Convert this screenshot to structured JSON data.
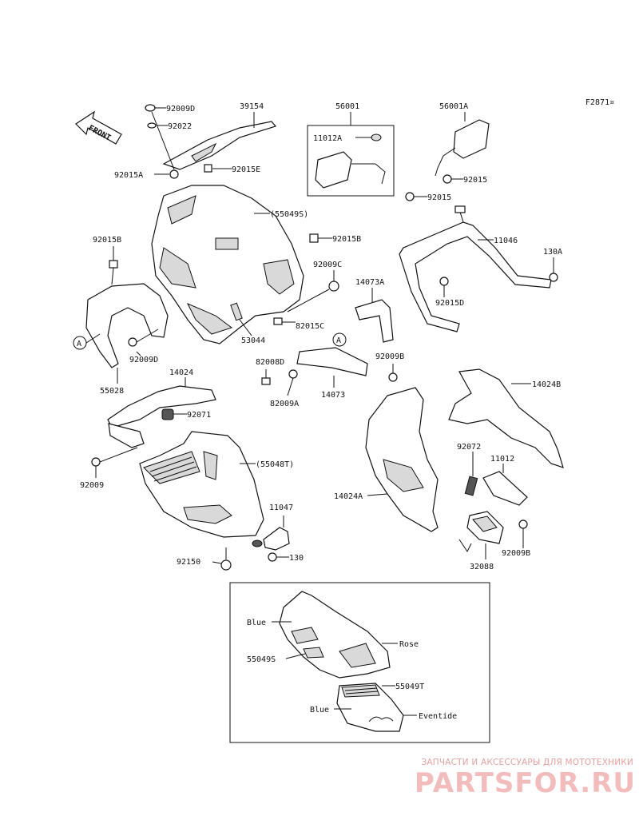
{
  "figure_code": "F2871¤",
  "front_label": "FRONT",
  "callout_marker": "A",
  "labels": {
    "p92009D_top": "92009D",
    "p39154": "39154",
    "p56001": "56001",
    "p56001A": "56001A",
    "p92022": "92022",
    "p11012A": "11012A",
    "p92015A": "92015A",
    "p92015E": "92015E",
    "p92015_right": "92015",
    "p92015_mid": "92015",
    "p55049S": "(55049S)",
    "p92015B_right": "92015B",
    "p92015B_left": "92015B",
    "p11046": "11046",
    "p130A": "130A",
    "p92009C": "92009C",
    "p14073A": "14073A",
    "p92015D": "92015D",
    "p82015C": "82015C",
    "p53044": "53044",
    "p92009D_mid": "92009D",
    "p55028": "55028",
    "p82008D": "82008D",
    "p92009B_mid": "92009B",
    "p82009A": "82009A",
    "p14073": "14073",
    "p14024": "14024",
    "p14024B": "14024B",
    "p92071": "92071",
    "p55048T": "(55048T)",
    "p92072": "92072",
    "p11012": "11012",
    "p92009": "92009",
    "p14024A": "14024A",
    "p11047": "11047",
    "p92150": "92150",
    "p130": "130",
    "p92009B_low": "92009B",
    "p32088": "32088"
  },
  "inset": {
    "label_blue_top": "Blue",
    "label_rose": "Rose",
    "label_55049S": "55049S",
    "label_55049T": "55049T",
    "label_blue_low": "Blue",
    "label_eventide": "Eventide"
  },
  "watermark": {
    "line1": "ЗАПЧАСТИ И АКСЕССУАРЫ ДЛЯ МОТОТЕХНИКИ",
    "line2": "PARTSFOR.RU"
  }
}
